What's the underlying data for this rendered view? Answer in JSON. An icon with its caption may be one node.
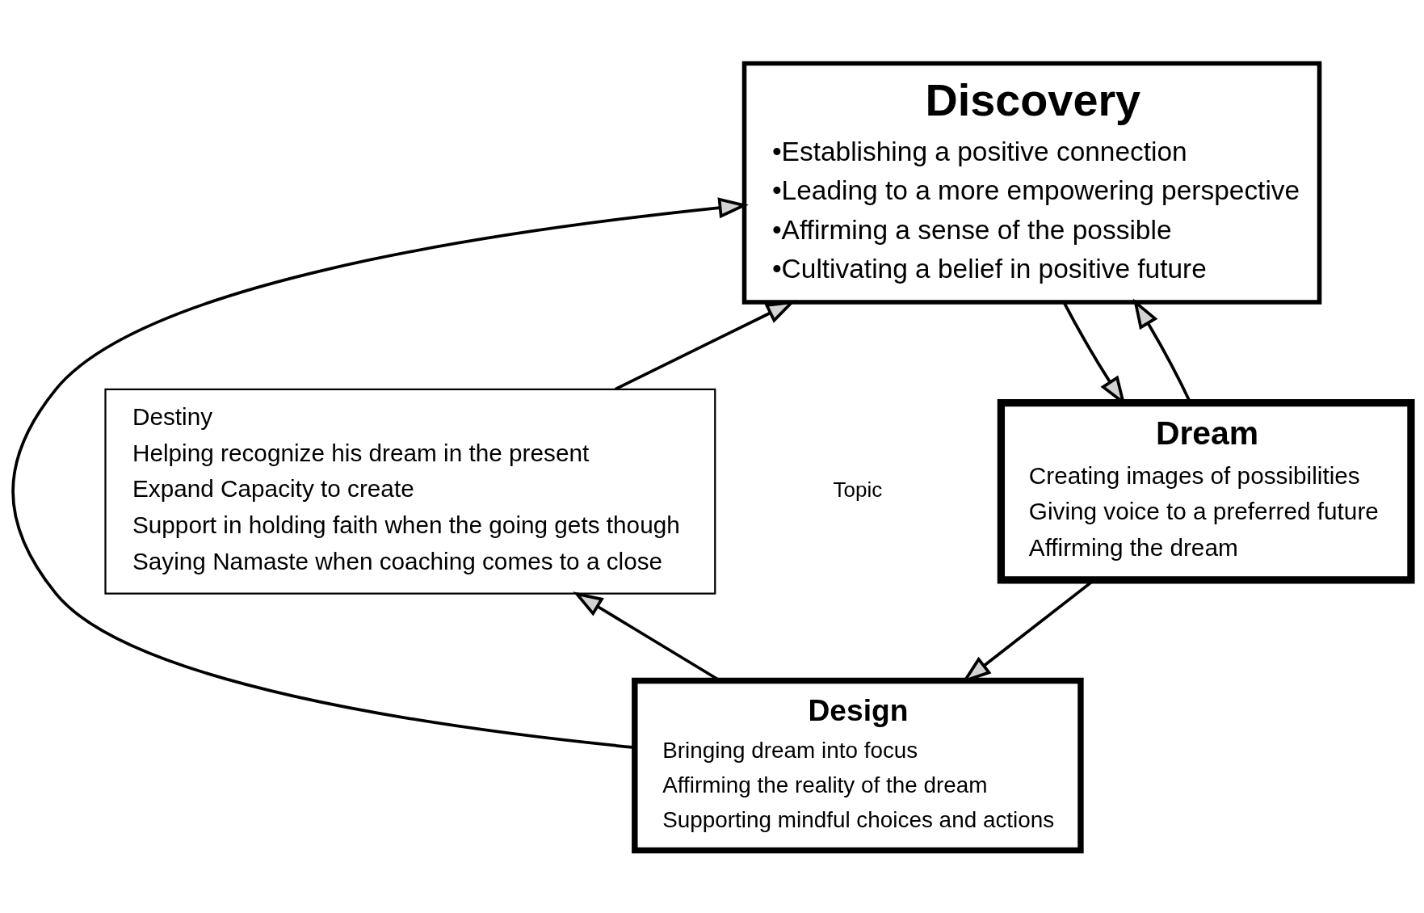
{
  "diagram": {
    "nodes": [
      {
        "text": [
          "Discovery",
          "•Establishing a positive connection",
          "•Leading to a more empowering perspective",
          "•Affirming a sense of the possible",
          "•Cultivating a belief in positive future"
        ]
      },
      {
        "text": [
          "Dream",
          "Creating images of possibilities",
          "Giving voice to a preferred future",
          "Affirming the dream"
        ]
      },
      {
        "text": [
          "Design",
          "Bringing dream into focus",
          "Affirming the reality of the dream",
          "Supporting mindful choices and actions"
        ]
      },
      {
        "text": [
          "Destiny",
          "Helping recognize his dream in the present",
          "Expand Capacity to create",
          "Support in holding faith when the going gets though",
          "Saying Namaste when coaching comes to a close"
        ]
      }
    ],
    "edges": [
      {
        "from": 0,
        "to": 1,
        "arrow": "to"
      },
      {
        "from": 1,
        "to": 2,
        "arrow": "to"
      },
      {
        "from": 2,
        "to": 3,
        "arrow": "to"
      },
      {
        "from": 3,
        "to": 0,
        "arrow": "to"
      },
      {
        "from": 2,
        "to": 0,
        "arrow": "to"
      },
      {
        "from": 1,
        "to": 0,
        "arrow": "to"
      }
    ],
    "labels": [
      "Topic"
    ]
  }
}
